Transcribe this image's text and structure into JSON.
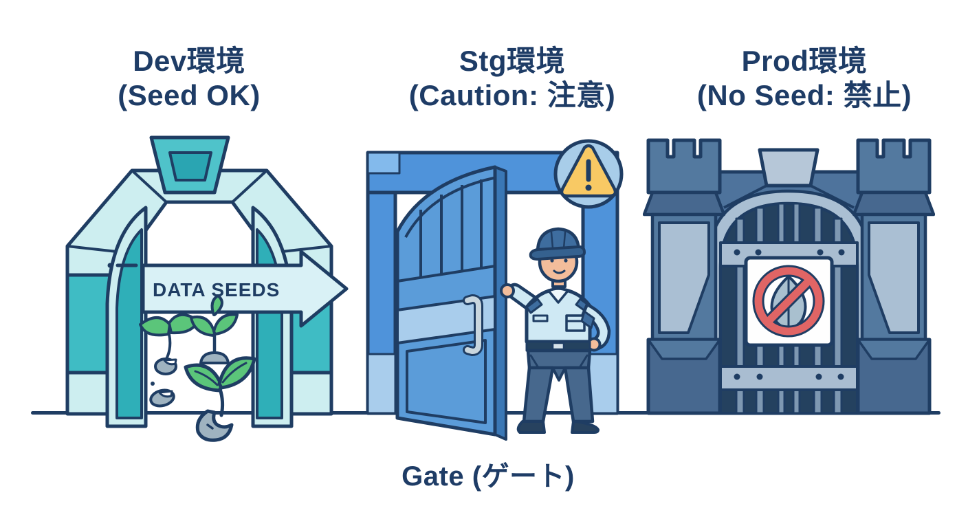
{
  "titles": {
    "dev": {
      "line1": "Dev環境",
      "line2": "(Seed OK)"
    },
    "stg": {
      "line1": "Stg環境",
      "line2": "(Caution: 注意)"
    },
    "prod": {
      "line1": "Prod環境",
      "line2": "(No Seed: 禁止)"
    }
  },
  "arrow": {
    "label": "DATA SEEDS"
  },
  "footer": {
    "label": "Gate (ゲート)"
  },
  "icons": {
    "dev_gate": "open-teal-archway-with-seedlings",
    "stg_gate": "half-open-blue-door-with-guard",
    "warning_badge": "yellow-warning-triangle-in-blue-circle",
    "prod_gate": "castle-fortress-gate",
    "no_seed_sign": "red-prohibition-circle-over-seed"
  },
  "colors": {
    "text_navy": "#1e3c66",
    "outline_navy": "#1f3d63",
    "mint_light": "#cdeef0",
    "teal": "#3fbcc4",
    "teal_dark": "#2fafb8",
    "arrow_fill": "#d9f1f6",
    "leaf_green": "#5bc57a",
    "seed_gray": "#9fb3c0",
    "stg_blue": "#4f93da",
    "stg_blue_light": "#a9cdec",
    "door_blue": "#5b9cd9",
    "badge_blue": "#a8cde9",
    "warning_amber": "#f8c964",
    "guard_shirt": "#cfe9f4",
    "guard_skin": "#f3bd9b",
    "guard_pants": "#47688d",
    "castle_slate": "#53799f",
    "castle_slate_dark": "#47688f",
    "castle_light": "#aabfd3",
    "gate_dark": "#24415f",
    "prohibit_red": "#e06565",
    "ground": "#1f3d63"
  }
}
